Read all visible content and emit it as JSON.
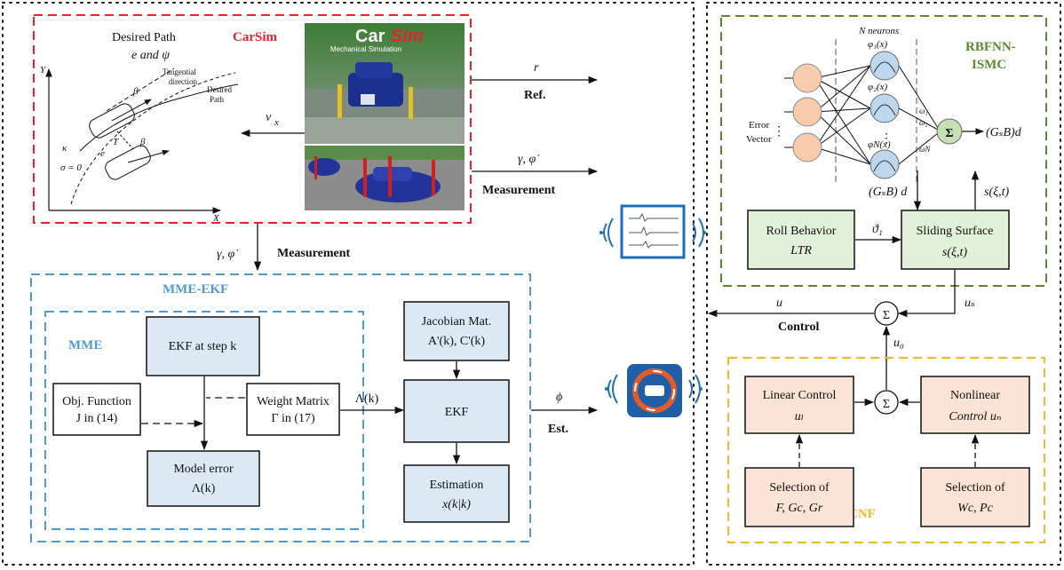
{
  "carsim": {
    "title": "CarSim",
    "desired_path_line1": "Desired Path",
    "desired_path_line2": "e  and  ψ",
    "tangential": "Tangential",
    "direction": "direction",
    "desired_path_lbl1": "Desired",
    "desired_path_lbl2": "Path",
    "axis_y": "Y",
    "axis_x": "X",
    "kappa": "κ",
    "sigma0": "σ = 0",
    "e": "e",
    "beta": "β",
    "T": "T",
    "vx": "v",
    "vx_sub": "x",
    "logo_car": "Car",
    "logo_sim": "Sim",
    "logo_sub": "Mechanical Simulation"
  },
  "top_arrows": {
    "r": "r",
    "ref": "Ref.",
    "gamma_phi": "γ, φ̇",
    "measurement": "Measurement"
  },
  "mid_arrow": {
    "gamma_phi": "γ, φ̇",
    "measurement": "Measurement"
  },
  "mme_ekf": {
    "title": "MME-EKF",
    "mme": "MME",
    "ekf_step": "EKF at step k",
    "obj_line1": "Obj. Function",
    "obj_line2": "J in (14)",
    "weight_line1": "Weight Matrix",
    "weight_line2": "Γ in (17)",
    "model_line1": "Model error",
    "model_line2": "Λ(k)",
    "lambda": "Λ(k)",
    "jac_line1": "Jacobian Mat.",
    "jac_line2": "A'(k), C'(k)",
    "ekf": "EKF",
    "est_line1": "Estimation",
    "est_line2": "x(k|k)",
    "phi": "ϕ",
    "est": "Est."
  },
  "rbfnn": {
    "title_line1": "RBFNN-",
    "title_line2": "ISMC",
    "n_neurons": "N neurons",
    "error_line1": "Error",
    "error_line2": "Vector",
    "phi1": "φ₁(x)",
    "phi2": "φ₂(x)",
    "phiN": "φN(x)",
    "w1": "ω₁",
    "w2": "ω₂",
    "wN": "ωN",
    "sigma": "Σ",
    "output": "(GₛB)d",
    "gsbd": "(GₛB) d",
    "s_xi": "s(ξ,t)",
    "roll_line1": "Roll Behavior",
    "roll_line2": "LTR",
    "theta": "ϑ₁",
    "sliding_line1": "Sliding Surface",
    "sliding_line2": "s(ξ,t)"
  },
  "control": {
    "u": "u",
    "control": "Control",
    "us": "uₛ",
    "u0": "u₀",
    "sigma": "Σ"
  },
  "cnf": {
    "title": "CNF",
    "linear_line1": "Linear Control",
    "linear_line2": "uₗ",
    "nonlinear_line1": "Nonlinear",
    "nonlinear_line2": "Control uₙ",
    "sel1_line1": "Selection of",
    "sel1_line2": "F, Gc, Gr",
    "sel2_line1": "Selection of",
    "sel2_line2": "Wc, Pc",
    "sigma": "Σ"
  },
  "colors": {
    "carsim_border": "#e4232a",
    "mme_border": "#4e9bd1",
    "rbfnn_border": "#5a8a2e",
    "cnf_border": "#f1b72c",
    "blue_box": "#dce9f5",
    "green_box": "#e2efd9",
    "orange_box": "#fbe3d6",
    "neuron": "#f8cbad",
    "rbf_neuron": "#bdd7ee",
    "sum_node": "#c5e0b4"
  }
}
